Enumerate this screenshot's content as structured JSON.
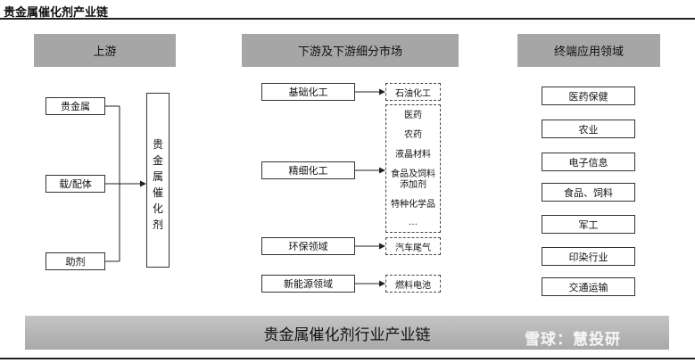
{
  "title": "贵金属催化剂产业链",
  "headers": {
    "upstream": "上游",
    "downstream": "下游及下游细分市场",
    "end_use": "终端应用领域"
  },
  "upstream": [
    "贵金属",
    "载/配体",
    "助剂"
  ],
  "catalyst_vertical": [
    "贵",
    "金",
    "属",
    "催",
    "化",
    "剂"
  ],
  "downstream": [
    "基础化工",
    "精细化工",
    "环保领域",
    "新能源领域"
  ],
  "sub_markets": {
    "basic": "石油化工",
    "fine": [
      "医药",
      "农药",
      "液晶材料",
      "食品及饲料",
      "添加剂",
      "特种化学品",
      "…"
    ],
    "env": "汽车尾气",
    "energy": "燃料电池"
  },
  "end_use": [
    "医药保健",
    "农业",
    "电子信息",
    "食品、饲料",
    "军工",
    "印染行业",
    "交通运输"
  ],
  "banner": "贵金属催化剂行业产业链",
  "watermark": "雪球：慧投研"
}
